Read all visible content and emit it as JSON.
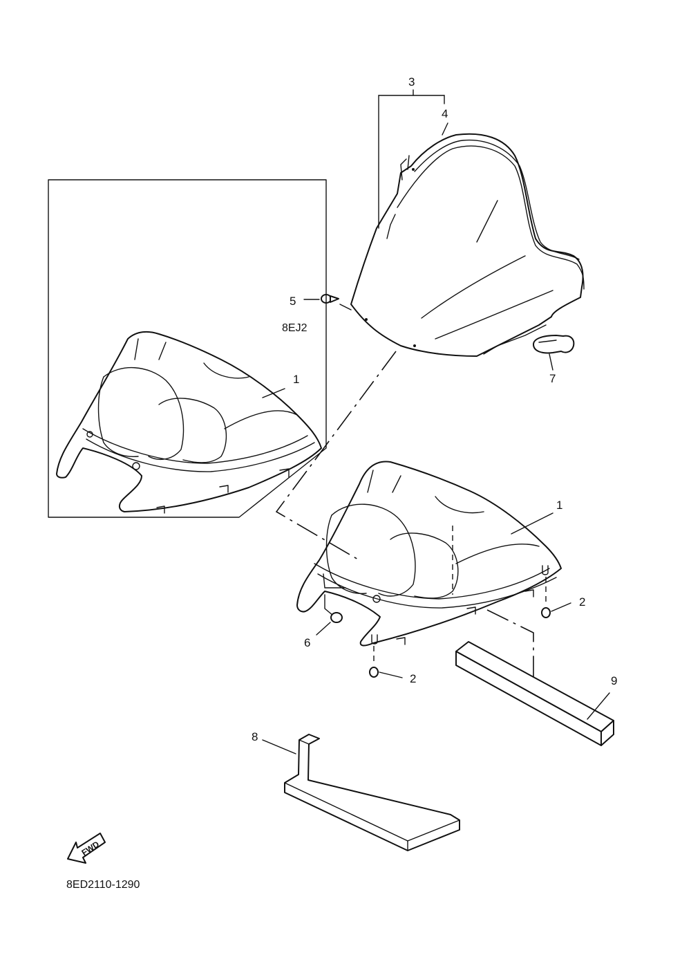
{
  "diagram": {
    "inset_label": "8EJ2",
    "drawing_code": "8ED2110-1290",
    "fwd_label": "FWD",
    "callouts": {
      "c1_inset": "1",
      "c1_main": "1",
      "c2_upper": "2",
      "c2_lower": "2",
      "c3": "3",
      "c4": "4",
      "c5": "5",
      "c6": "6",
      "c7": "7",
      "c8": "8",
      "c9": "9"
    }
  }
}
